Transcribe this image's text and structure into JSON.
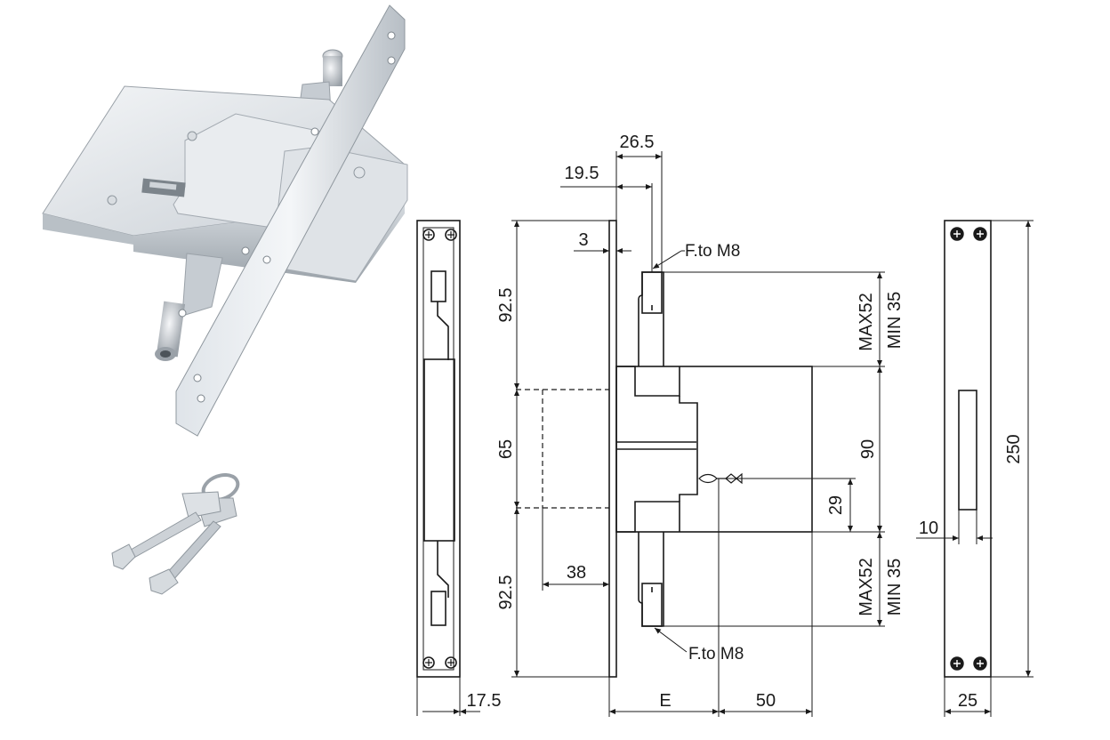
{
  "colors": {
    "line": "#1a1a1a",
    "metal_light": "#e4e8ec",
    "metal_mid": "#c3c9cf",
    "metal_dark": "#8f979e",
    "background": "#ffffff"
  },
  "photo": {
    "lock_body": "mortise-lock-icon",
    "keys": "keys-icon"
  },
  "dimensions": {
    "top_26_5": "26.5",
    "top_19_5": "19.5",
    "faceplate_3": "3",
    "upper_92_5": "92.5",
    "middle_65": "65",
    "lower_92_5": "92.5",
    "backset_38": "38",
    "upper_max": "MAX52",
    "upper_min": "MIN 35",
    "case_90": "90",
    "key_29": "29",
    "lower_max": "MAX52",
    "lower_min": "MIN 35",
    "faceplate_width_17_5": "17.5",
    "e_label": "E",
    "depth_50": "50",
    "strike_10": "10",
    "strike_height_250": "250",
    "strike_width_25": "25"
  },
  "notes": {
    "upper_thread": "F.to M8",
    "lower_thread": "F.to M8"
  }
}
